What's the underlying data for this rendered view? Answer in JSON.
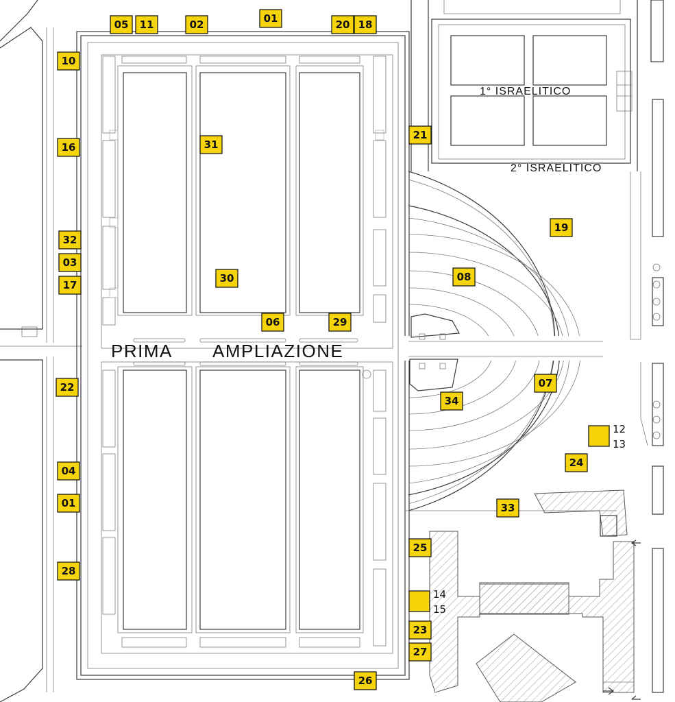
{
  "labels": {
    "prima": "PRIMA",
    "ampliazione": "AMPLIAZIONE",
    "israelitico1": "1° ISRAELITICO",
    "israelitico2": "2°  ISRAELITICO"
  },
  "markers": [
    {
      "id": "m05",
      "label": "05"
    },
    {
      "id": "m11",
      "label": "11"
    },
    {
      "id": "m02",
      "label": "02"
    },
    {
      "id": "m01top",
      "label": "01"
    },
    {
      "id": "m20",
      "label": "20"
    },
    {
      "id": "m18",
      "label": "18"
    },
    {
      "id": "m10",
      "label": "10"
    },
    {
      "id": "m16",
      "label": "16"
    },
    {
      "id": "m31",
      "label": "31"
    },
    {
      "id": "m21",
      "label": "21"
    },
    {
      "id": "m19",
      "label": "19"
    },
    {
      "id": "m32",
      "label": "32"
    },
    {
      "id": "m03",
      "label": "03"
    },
    {
      "id": "m17",
      "label": "17"
    },
    {
      "id": "m30",
      "label": "30"
    },
    {
      "id": "m08",
      "label": "08"
    },
    {
      "id": "m06",
      "label": "06"
    },
    {
      "id": "m29",
      "label": "29"
    },
    {
      "id": "m22",
      "label": "22"
    },
    {
      "id": "m07",
      "label": "07"
    },
    {
      "id": "m34",
      "label": "34"
    },
    {
      "id": "m04",
      "label": "04"
    },
    {
      "id": "m01left",
      "label": "01"
    },
    {
      "id": "m24",
      "label": "24"
    },
    {
      "id": "m33",
      "label": "33"
    },
    {
      "id": "m25",
      "label": "25"
    },
    {
      "id": "m28",
      "label": "28"
    },
    {
      "id": "m23",
      "label": "23"
    },
    {
      "id": "m27",
      "label": "27"
    },
    {
      "id": "m26",
      "label": "26"
    }
  ],
  "side_markers": [
    {
      "id": "m1213",
      "top": "12",
      "bottom": "13"
    },
    {
      "id": "m1415",
      "top": "14",
      "bottom": "15"
    }
  ],
  "colors": {
    "marker_fill": "#f5d40a",
    "lines": "#3a3a3a"
  }
}
